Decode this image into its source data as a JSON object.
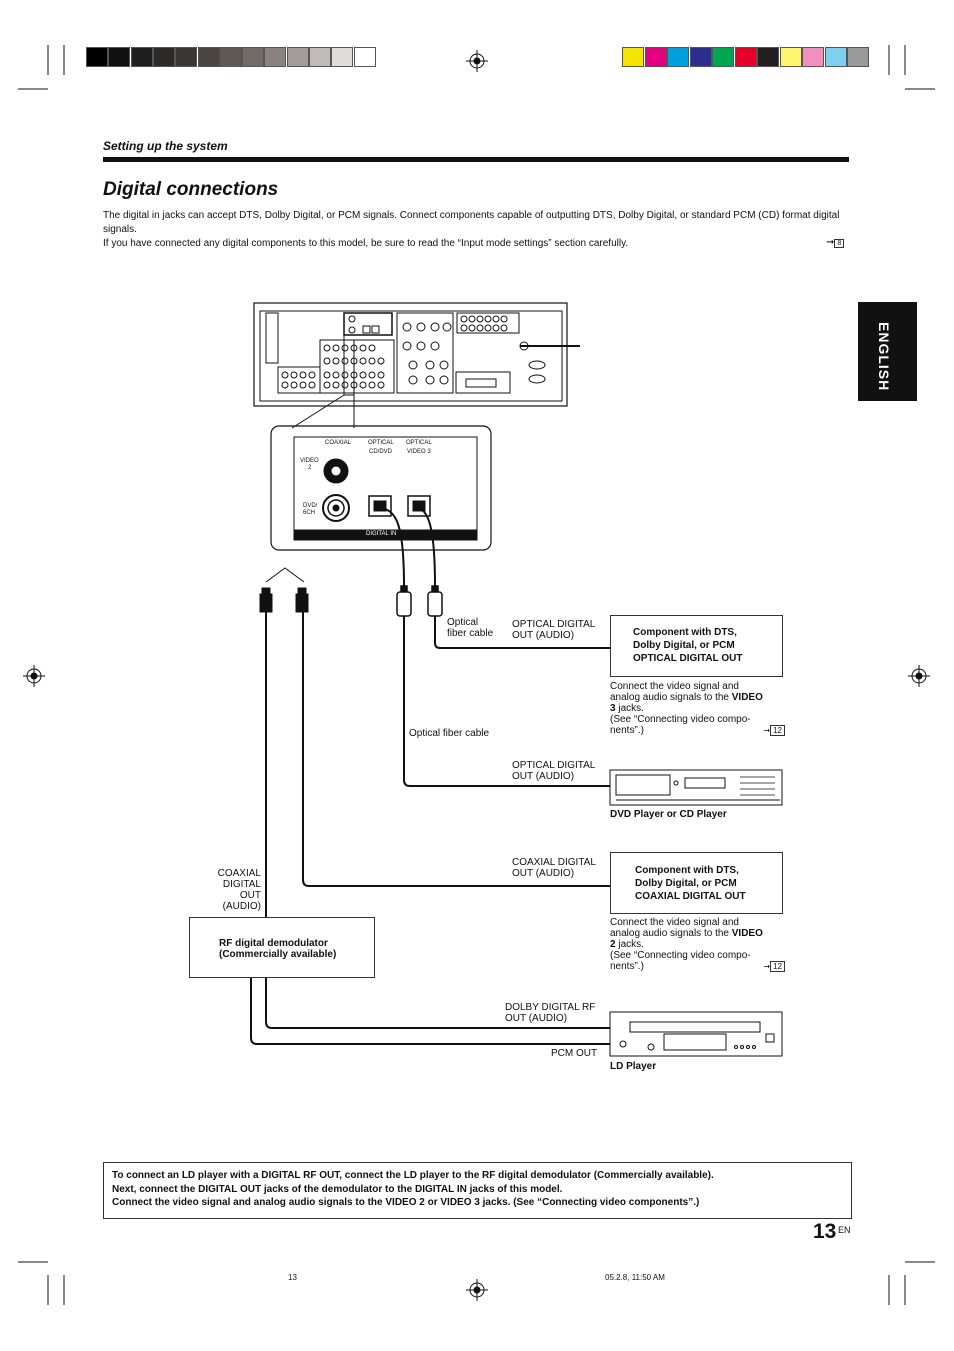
{
  "header": {
    "section": "Setting up the system",
    "title": "Digital connections"
  },
  "intro": {
    "line1": "The digital in jacks can accept DTS, Dolby Digital, or PCM signals. Connect components capable of outputting DTS, Dolby Digital, or standard PCM (CD) format digital signals.",
    "line2": "If you have connected any digital components to this model, be sure to read the “Input mode settings” section carefully.",
    "ref": "8"
  },
  "tab": {
    "label": "ENGLISH"
  },
  "panel": {
    "coaxial": "COAXIAL",
    "optical1": "OPTICAL",
    "optical1_sub": "CD/DVD",
    "optical2": "OPTICAL",
    "optical2_sub": "VIDEO 3",
    "video2": "VIDEO",
    "video2_sub": "2",
    "dvd6ch": "DVD/",
    "dvd6ch_sub": "6CH",
    "digital_in": "DIGITAL IN"
  },
  "labels": {
    "optical_fiber_1a": "Optical",
    "optical_fiber_1b": "fiber cable",
    "optical_out_1a": "OPTICAL DIGITAL",
    "optical_out_1b": "OUT (AUDIO)",
    "optical_fiber_2": "Optical fiber cable",
    "optical_out_2a": "OPTICAL DIGITAL",
    "optical_out_2b": "OUT (AUDIO)",
    "coax_out_a": "COAXIAL DIGITAL",
    "coax_out_b": "OUT (AUDIO)",
    "coax_left_1": "COAXIAL",
    "coax_left_2": "DIGITAL",
    "coax_left_3": "OUT",
    "coax_left_4": "(AUDIO)",
    "dolby_rf_a": "DOLBY DIGITAL RF",
    "dolby_rf_b": "OUT (AUDIO)",
    "pcm_out": "PCM OUT"
  },
  "components": {
    "optical_box_1": "Component with DTS,",
    "optical_box_2": "Dolby Digital, or PCM",
    "optical_box_3": "OPTICAL DIGITAL OUT",
    "optical_note_1": "Connect the video signal and",
    "optical_note_2": "analog audio signals to the",
    "optical_note_3": "VIDEO",
    "optical_note_4": "3",
    "optical_note_5": "jacks.",
    "optical_note_6": "(See “Connecting video compo-",
    "optical_note_7": "nents”.)",
    "optical_ref": "12",
    "dvd_label": "DVD Player or CD Player",
    "coax_box_1": "Component with DTS,",
    "coax_box_2": "Dolby Digital, or PCM",
    "coax_box_3": "COAXIAL DIGITAL OUT",
    "coax_note_1": "Connect the video signal and",
    "coax_note_2": "analog audio signals to the",
    "coax_note_3": "VIDEO",
    "coax_note_4": "2",
    "coax_note_5": "jacks.",
    "coax_note_6": "(See “Connecting video compo-",
    "coax_note_7": "nents”.)",
    "coax_ref": "12",
    "rf_1": "RF digital demodulator",
    "rf_2": "(Commercially available)",
    "ld_label": "LD Player"
  },
  "note": {
    "line1": "To connect an LD player with a DIGITAL RF OUT, connect the LD player to the RF digital demodulator (Commercially available).",
    "line2": "Next, connect the DIGITAL OUT jacks of the demodulator to the DIGITAL IN jacks of this model.",
    "line3": "Connect the video signal and analog audio signals to the VIDEO 2  or VIDEO 3 jacks. (See “Connecting video components”.)"
  },
  "page": {
    "number": "13",
    "suffix": "EN"
  },
  "footer": {
    "page": "13",
    "stamp": "05.2.8, 11:50 AM"
  },
  "colors": {
    "gray_bar": [
      "#000000",
      "#101010",
      "#1e1e1e",
      "#2c2a28",
      "#3a3633",
      "#4c4643",
      "#5f5854",
      "#736b67",
      "#8a827e",
      "#a39d9a",
      "#c1bcb9",
      "#dfdcda",
      "#ffffff"
    ],
    "color_bar": [
      "#f5e400",
      "#e3007f",
      "#00a0e0",
      "#2a2f8f",
      "#00a650",
      "#e4002b",
      "#231f20",
      "#fff46e",
      "#f28fc0",
      "#7fcff1",
      "#9a9a9a"
    ]
  }
}
